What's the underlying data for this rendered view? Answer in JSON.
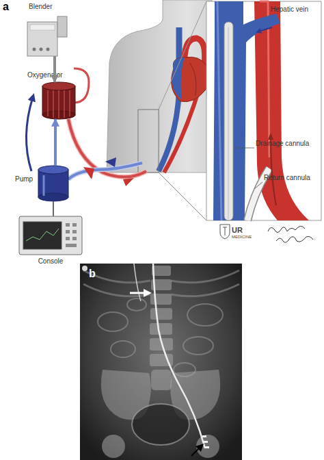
{
  "diagram": {
    "nodes": [
      {
        "text": [
          "Blender"
        ]
      },
      {
        "text": [
          "Oxygenator"
        ]
      },
      {
        "text": [
          "Pump"
        ]
      },
      {
        "text": [
          "Console"
        ]
      }
    ],
    "edges": [
      {
        "from": 0,
        "to": 1,
        "arrow": "to"
      },
      {
        "from": 2,
        "to": 1,
        "arrow": "to"
      },
      {
        "from": 2,
        "to": 3,
        "arrow": "none"
      }
    ],
    "labels": [
      "a",
      "Hepatic vein",
      "Drainage cannula",
      "Return cannula",
      "UR",
      "MEDICINE",
      "b"
    ]
  }
}
